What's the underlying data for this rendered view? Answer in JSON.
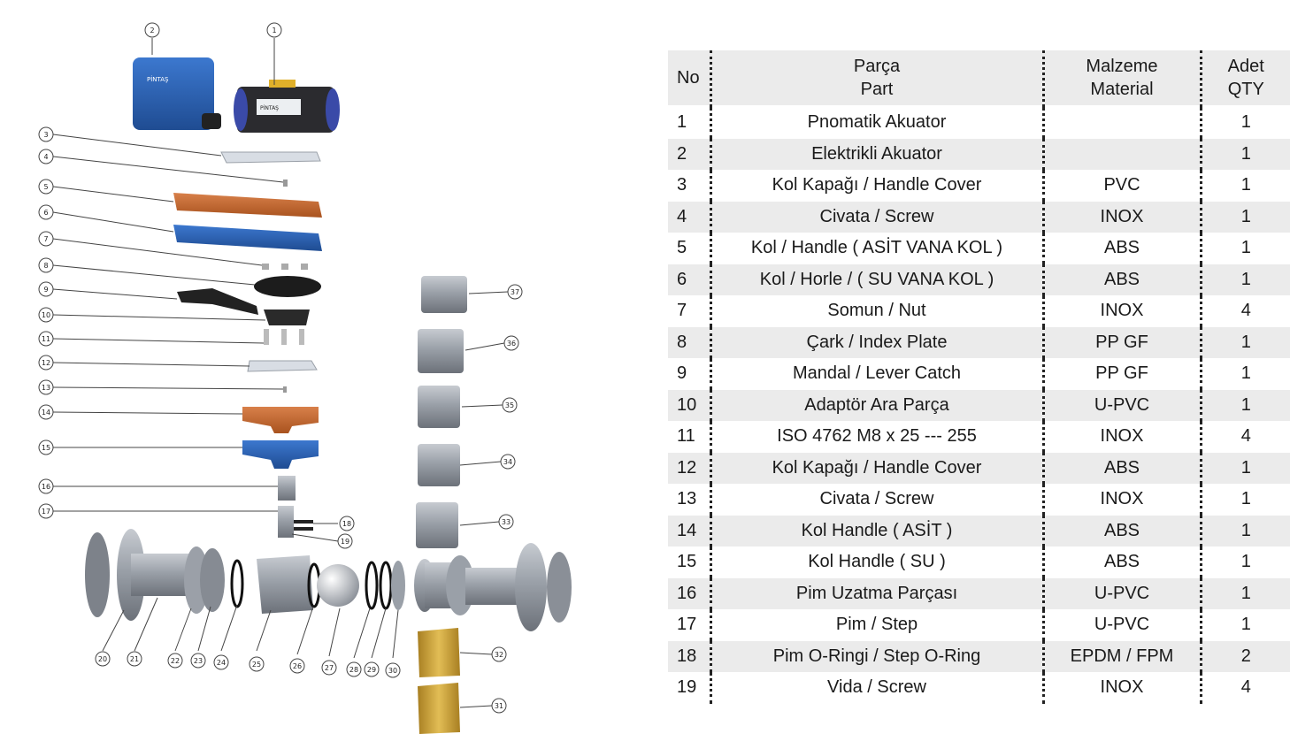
{
  "diagram": {
    "callouts": [
      "1",
      "2",
      "3",
      "4",
      "5",
      "6",
      "7",
      "8",
      "9",
      "10",
      "11",
      "12",
      "13",
      "14",
      "15",
      "16",
      "17",
      "18",
      "19",
      "20",
      "21",
      "22",
      "23",
      "24",
      "25",
      "26",
      "27",
      "28",
      "29",
      "30",
      "31",
      "32",
      "33",
      "34",
      "35",
      "36",
      "37"
    ],
    "brand_text": "PİNTAŞ",
    "colors": {
      "body": "#8f949b",
      "blue": "#2a5fb0",
      "orange": "#c8692e",
      "brass": "#c9a13b",
      "dark": "#2a2a2a"
    }
  },
  "table": {
    "headers": {
      "no": "No",
      "part_tr": "Parça",
      "part_en": "Part",
      "material_tr": "Malzeme",
      "material_en": "Material",
      "qty_tr": "Adet",
      "qty_en": "QTY"
    },
    "rows": [
      {
        "no": "1",
        "part": "Pnomatik Akuator",
        "material": "",
        "qty": "1"
      },
      {
        "no": "2",
        "part": "Elektrikli Akuator",
        "material": "",
        "qty": "1"
      },
      {
        "no": "3",
        "part": "Kol Kapağı / Handle Cover",
        "material": "PVC",
        "qty": "1"
      },
      {
        "no": "4",
        "part": "Civata / Screw",
        "material": "INOX",
        "qty": "1"
      },
      {
        "no": "5",
        "part": "Kol / Handle ( ASİT VANA KOL )",
        "material": "ABS",
        "qty": "1"
      },
      {
        "no": "6",
        "part": "Kol / Horle / ( SU VANA KOL )",
        "material": "ABS",
        "qty": "1"
      },
      {
        "no": "7",
        "part": "Somun / Nut",
        "material": "INOX",
        "qty": "4"
      },
      {
        "no": "8",
        "part": "Çark / Index Plate",
        "material": "PP GF",
        "qty": "1"
      },
      {
        "no": "9",
        "part": "Mandal / Lever Catch",
        "material": "PP GF",
        "qty": "1"
      },
      {
        "no": "10",
        "part": "Adaptör Ara Parça",
        "material": "U-PVC",
        "qty": "1"
      },
      {
        "no": "11",
        "part": "ISO 4762 M8 x 25 --- 255",
        "material": "INOX",
        "qty": "4"
      },
      {
        "no": "12",
        "part": "Kol Kapağı / Handle Cover",
        "material": "ABS",
        "qty": "1"
      },
      {
        "no": "13",
        "part": "Civata / Screw",
        "material": "INOX",
        "qty": "1"
      },
      {
        "no": "14",
        "part": "Kol Handle ( ASİT )",
        "material": "ABS",
        "qty": "1"
      },
      {
        "no": "15",
        "part": "Kol Handle ( SU )",
        "material": "ABS",
        "qty": "1"
      },
      {
        "no": "16",
        "part": "Pim Uzatma Parçası",
        "material": "U-PVC",
        "qty": "1"
      },
      {
        "no": "17",
        "part": "Pim / Step",
        "material": "U-PVC",
        "qty": "1"
      },
      {
        "no": "18",
        "part": "Pim O-Ringi / Step O-Ring",
        "material": "EPDM / FPM",
        "qty": "2"
      },
      {
        "no": "19",
        "part": "Vida / Screw",
        "material": "INOX",
        "qty": "4"
      }
    ]
  }
}
